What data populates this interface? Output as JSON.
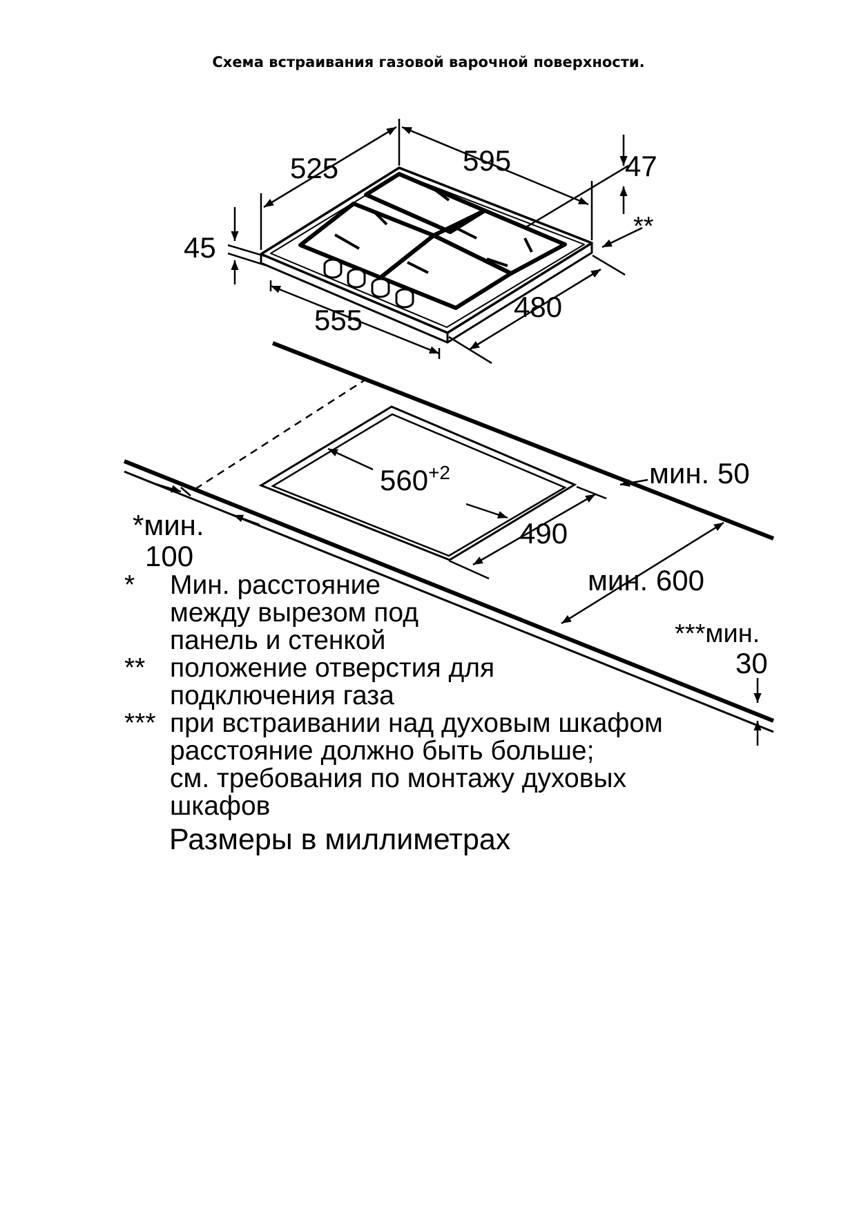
{
  "title": "Схема встраивания газовой варочной поверхности.",
  "hob_dimensions": {
    "depth": "525",
    "width": "595",
    "height_connection": "47",
    "gas_connection_mark": "**",
    "thickness": "45",
    "body_width": "555",
    "body_depth": "480"
  },
  "cutout_dimensions": {
    "width_value": "560",
    "width_tolerance": "+2",
    "depth": "490",
    "min_back": "мин. 50",
    "min_side_1": "*мин.",
    "min_side_2": "100",
    "min_front": "мин. 600",
    "min_bottom_1": "***мин.",
    "min_bottom_2": "30"
  },
  "notes": [
    {
      "mark": "*",
      "lines": [
        "Мин. расстояние",
        "между вырезом под",
        "панель и стенкой"
      ]
    },
    {
      "mark": "**",
      "lines": [
        "положение отверстия для",
        "подключения газа"
      ]
    },
    {
      "mark": "***",
      "lines": [
        "при встраивании над духовым шкафом",
        "расстояние должно быть больше;",
        "см. требования по монтажу духовых",
        "шкафов"
      ]
    }
  ],
  "units_note": "Размеры в миллиметрах"
}
